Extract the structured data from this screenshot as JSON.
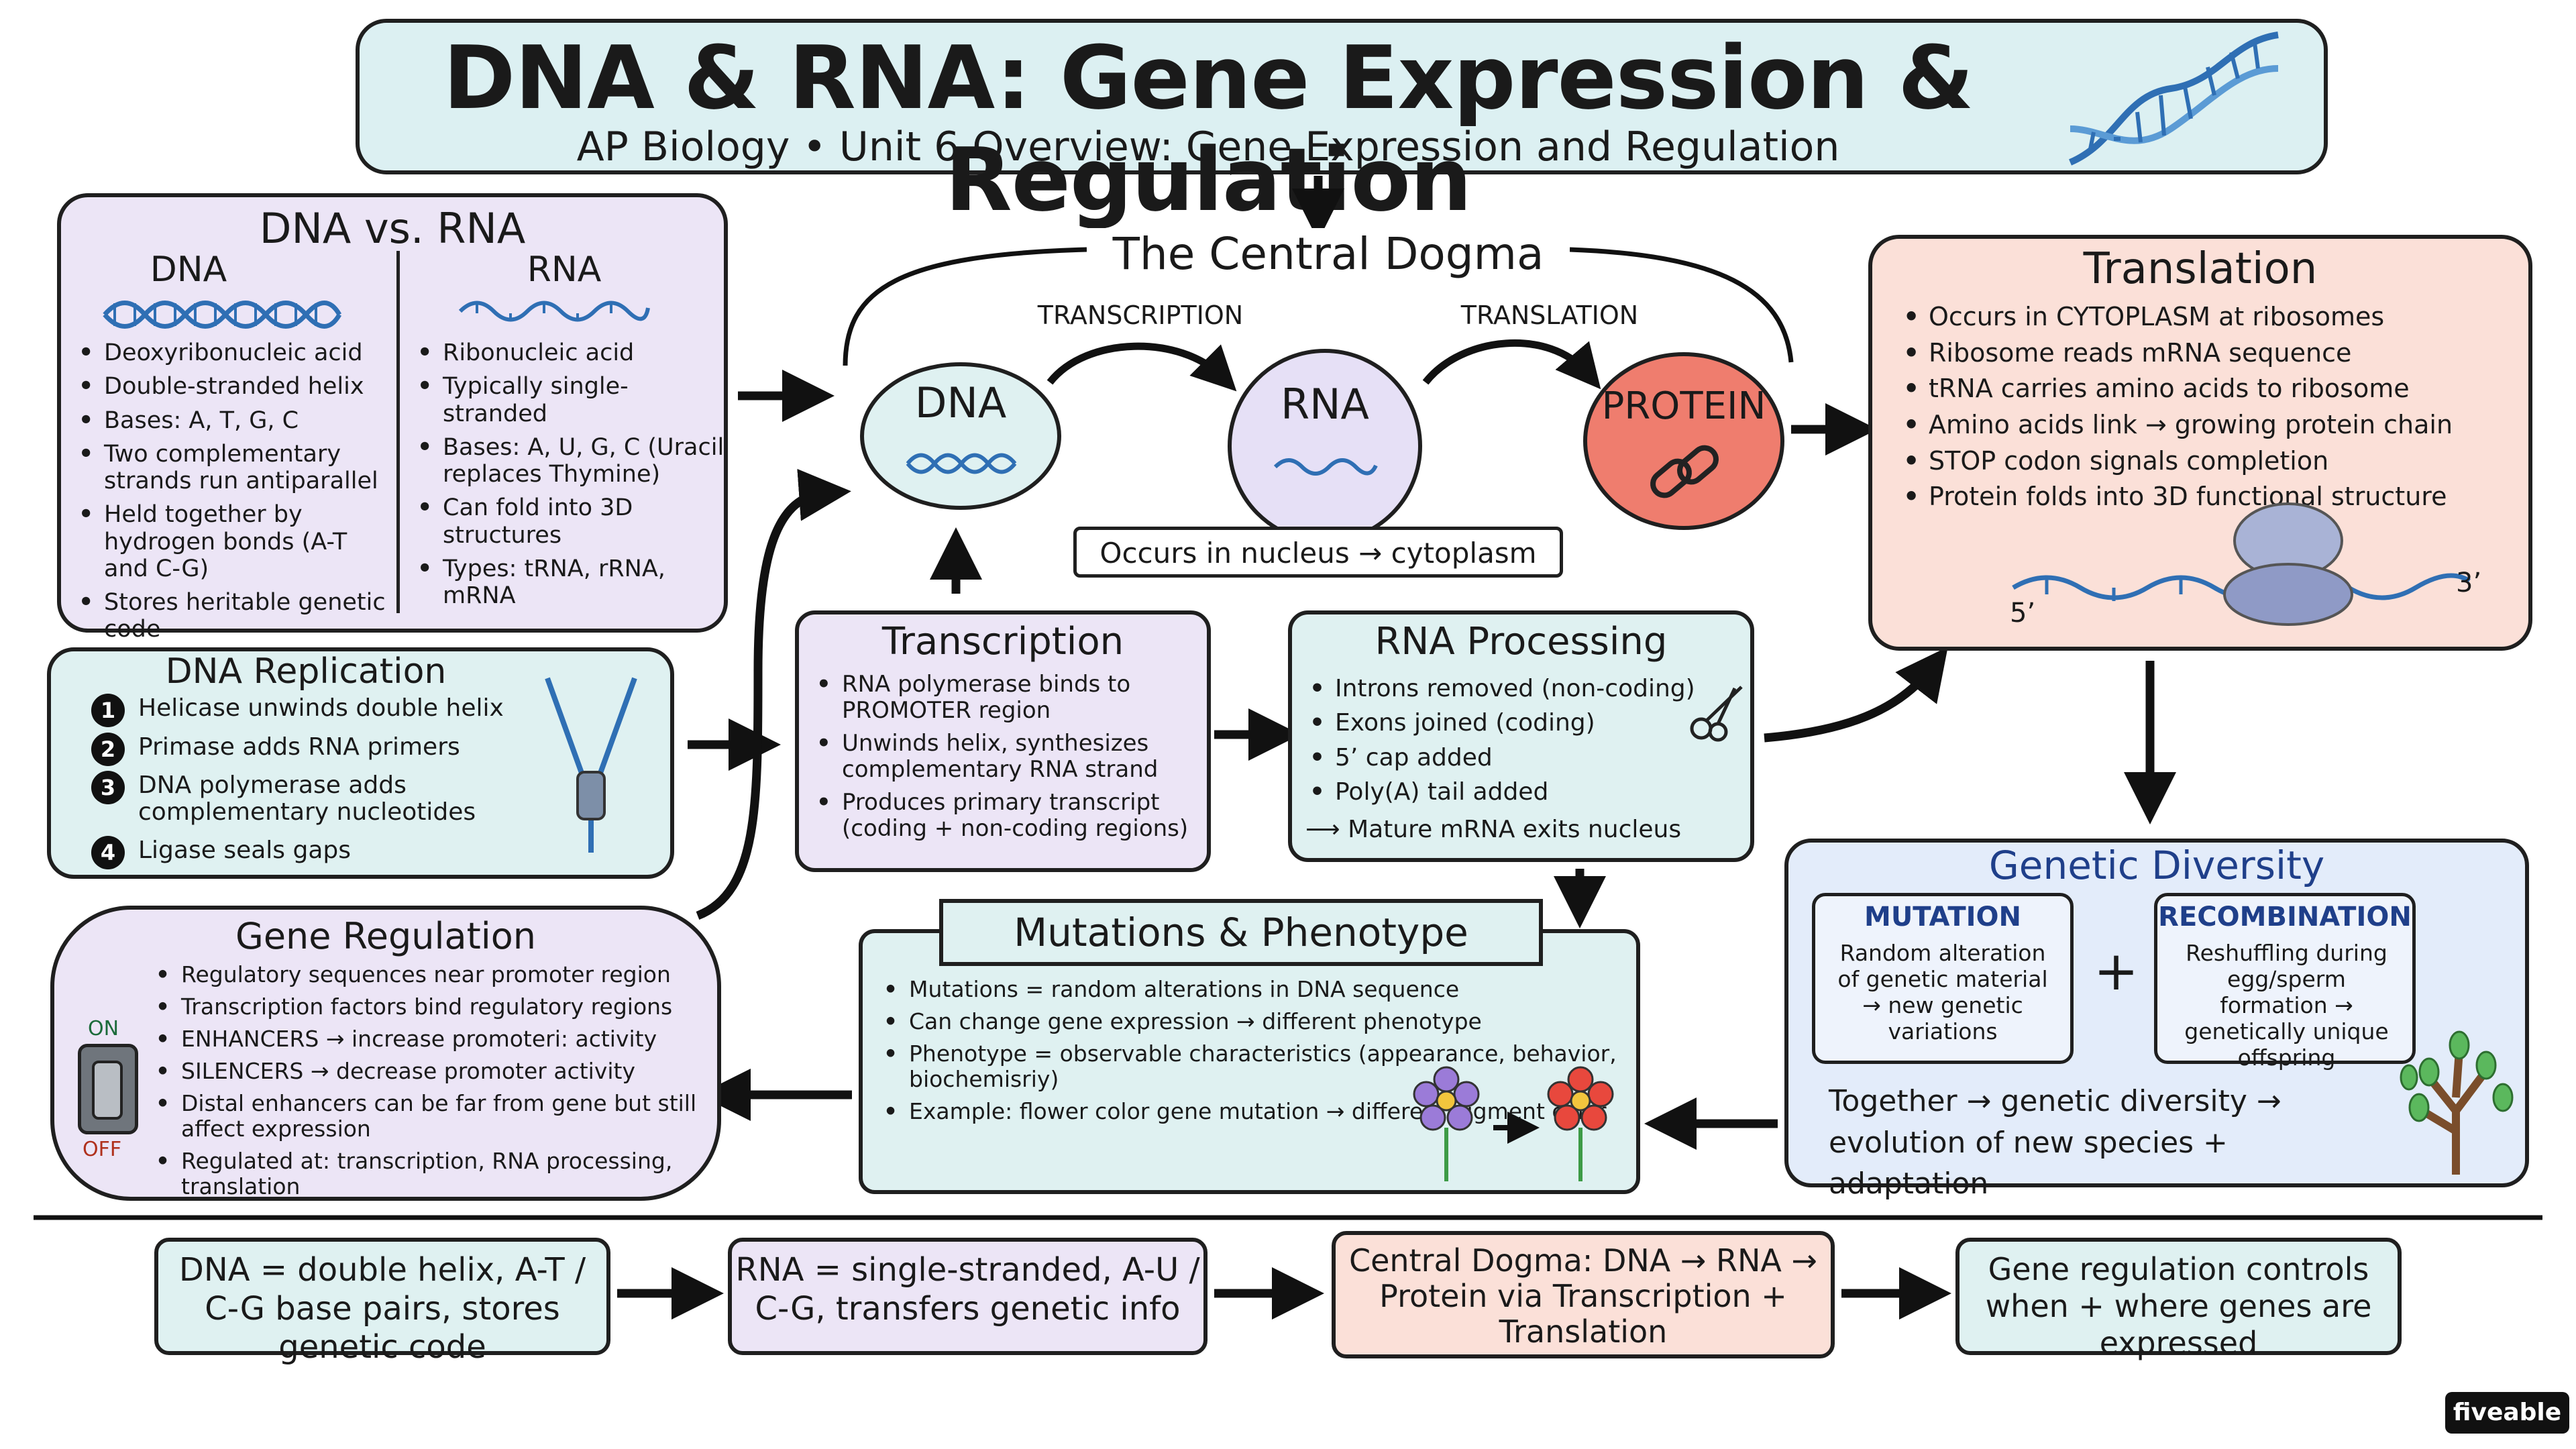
{
  "header": {
    "title": "DNA & RNA: Gene Expression & Regulation",
    "subtitle": "AP Biology • Unit 6 Overview: Gene Expression and Regulation"
  },
  "dna_vs_rna": {
    "title": "DNA vs. RNA",
    "dna_heading": "DNA",
    "rna_heading": "RNA",
    "dna_points": [
      "Deoxyribonucleic acid",
      "Double-stranded helix",
      "Bases: A, T, G, C",
      "Two complementary strands run antiparallel",
      "Held together by hydrogen bonds (A-T and C-G)",
      "Stores heritable genetic code"
    ],
    "rna_points": [
      "Ribonucleic acid",
      "Typically single-stranded",
      "Bases: A, U, G, C (Uracil replaces Thymine)",
      "Can fold into 3D structures",
      "Types: tRNA, rRNA, mRNA"
    ]
  },
  "central_dogma": {
    "title": "The Central Dogma",
    "transcription_label": "TRANSCRIPTION",
    "translation_label": "TRANSLATION",
    "dna_label": "DNA",
    "rna_label": "RNA",
    "protein_label": "PROTEIN",
    "location_note": "Occurs in nucleus → cytoplasm"
  },
  "translation": {
    "title": "Translation",
    "points": [
      "Occurs in CYTOPLASM at ribosomes",
      "Ribosome reads mRNA sequence",
      "tRNA carries amino acids to ribosome",
      "Amino acids link → growing protein chain",
      "STOP codon signals completion",
      "Protein folds into 3D functional structure"
    ],
    "five_prime": "5’",
    "three_prime": "3’"
  },
  "replication": {
    "title": "DNA Replication",
    "steps": [
      {
        "num": "1",
        "text": "Helicase unwinds double helix"
      },
      {
        "num": "2",
        "text": "Primase adds RNA primers"
      },
      {
        "num": "3",
        "text": "DNA polymerase adds complementary nucleotides"
      },
      {
        "num": "4",
        "text": "Ligase seals gaps"
      }
    ]
  },
  "transcription": {
    "title": "Transcription",
    "points": [
      "RNA polymerase binds to PROMOTER region",
      "Unwinds helix, synthesizes complementary RNA strand",
      "Produces primary transcript (coding + non-coding regions)"
    ]
  },
  "rna_processing": {
    "title": "RNA Processing",
    "points": [
      "Introns removed (non-coding)",
      "Exons joined (coding)",
      "5’ cap added",
      "Poly(A) tail added"
    ],
    "final": "Mature mRNA exits nucleus"
  },
  "gene_regulation": {
    "title": "Gene Regulation",
    "on_label": "ON",
    "off_label": "OFF",
    "points": [
      "Regulatory sequences near promoter region",
      "Transcription factors bind regulatory regions",
      "ENHANCERS → increase promoteri: activity",
      "SILENCERS → decrease promoter activity",
      "Distal enhancers can be far from gene but still affect expression",
      "Regulated at: transcription, RNA processing, translation"
    ]
  },
  "mutations": {
    "title": "Mutations & Phenotype",
    "points": [
      "Mutations = random alterations in DNA sequence",
      "Can change gene expression → different phenotype",
      "Phenotype = observable characteristics (appearance, behavior, biochemisriy)",
      "Example: flower color gene mutation → different pigment color"
    ]
  },
  "genetic_diversity": {
    "title": "Genetic Diversity",
    "mutation_title": "MUTATION",
    "mutation_text": "Random alteration of genetic material → new genetic variations",
    "recombination_title": "RECOMBINATION",
    "recombination_text": "Reshuffling during egg/sperm formation → genetically unique offspring",
    "plus": "+",
    "together": "Together → genetic diversity → evolution of new species + adaptation"
  },
  "summary": [
    "DNA = double helix, A-T / C-G base pairs, stores genetic code",
    "RNA = single-stranded, A-U / C-G, transfers genetic info",
    "Central Dogma: DNA → RNA → Protein via Transcription + Translation",
    "Gene regulation controls when + where genes are expressed"
  ],
  "brand": "fiveable",
  "colors": {
    "teal": "#dff1f1",
    "lavender": "#ece5f6",
    "salmon": "#fbe0d8",
    "blue": "#e3ecfa",
    "dna_blue": "#2f6fb4",
    "protein_red": "#ef7d6e",
    "navy": "#1f3f8a"
  }
}
